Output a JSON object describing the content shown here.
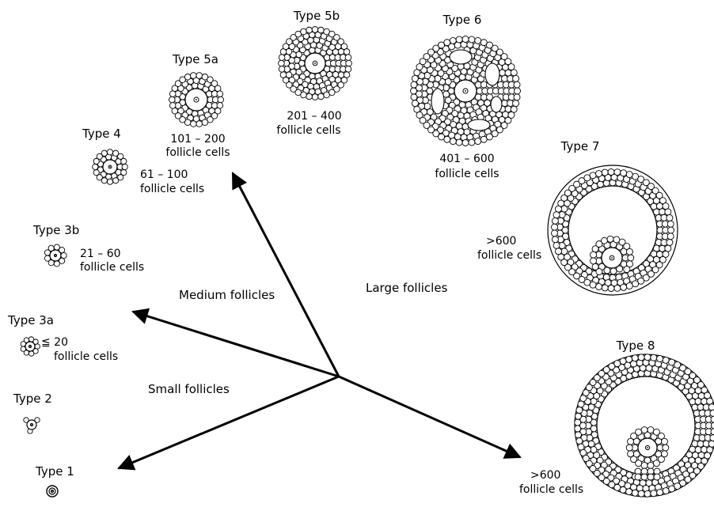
{
  "figure": {
    "regions": {
      "small": "Small follicles",
      "medium": "Medium follicles",
      "large": "Large follicles"
    },
    "types": {
      "t1": {
        "title": "Type 1",
        "count": "",
        "unit": ""
      },
      "t2": {
        "title": "Type 2",
        "count": "",
        "unit": ""
      },
      "t3a": {
        "title": "Type 3a",
        "count": "≦ 20",
        "unit": "follicle cells"
      },
      "t3b": {
        "title": "Type 3b",
        "count": "21 – 60",
        "unit": "follicle cells"
      },
      "t4": {
        "title": "Type 4",
        "count": "61 – 100",
        "unit": "follicle cells"
      },
      "t5a": {
        "title": "Type 5a",
        "count": "101 – 200",
        "unit": "follicle cells"
      },
      "t5b": {
        "title": "Type 5b",
        "count": "201 – 400",
        "unit": "follicle cells"
      },
      "t6": {
        "title": "Type 6",
        "count": "401 – 600",
        "unit": "follicle cells"
      },
      "t7": {
        "title": "Type 7",
        "count": ">600",
        "unit": "follicle cells"
      },
      "t8": {
        "title": "Type 8",
        "count": ">600",
        "unit": "follicle cells"
      }
    }
  },
  "colors": {
    "ink": "#000000",
    "paper": "#ffffff"
  }
}
